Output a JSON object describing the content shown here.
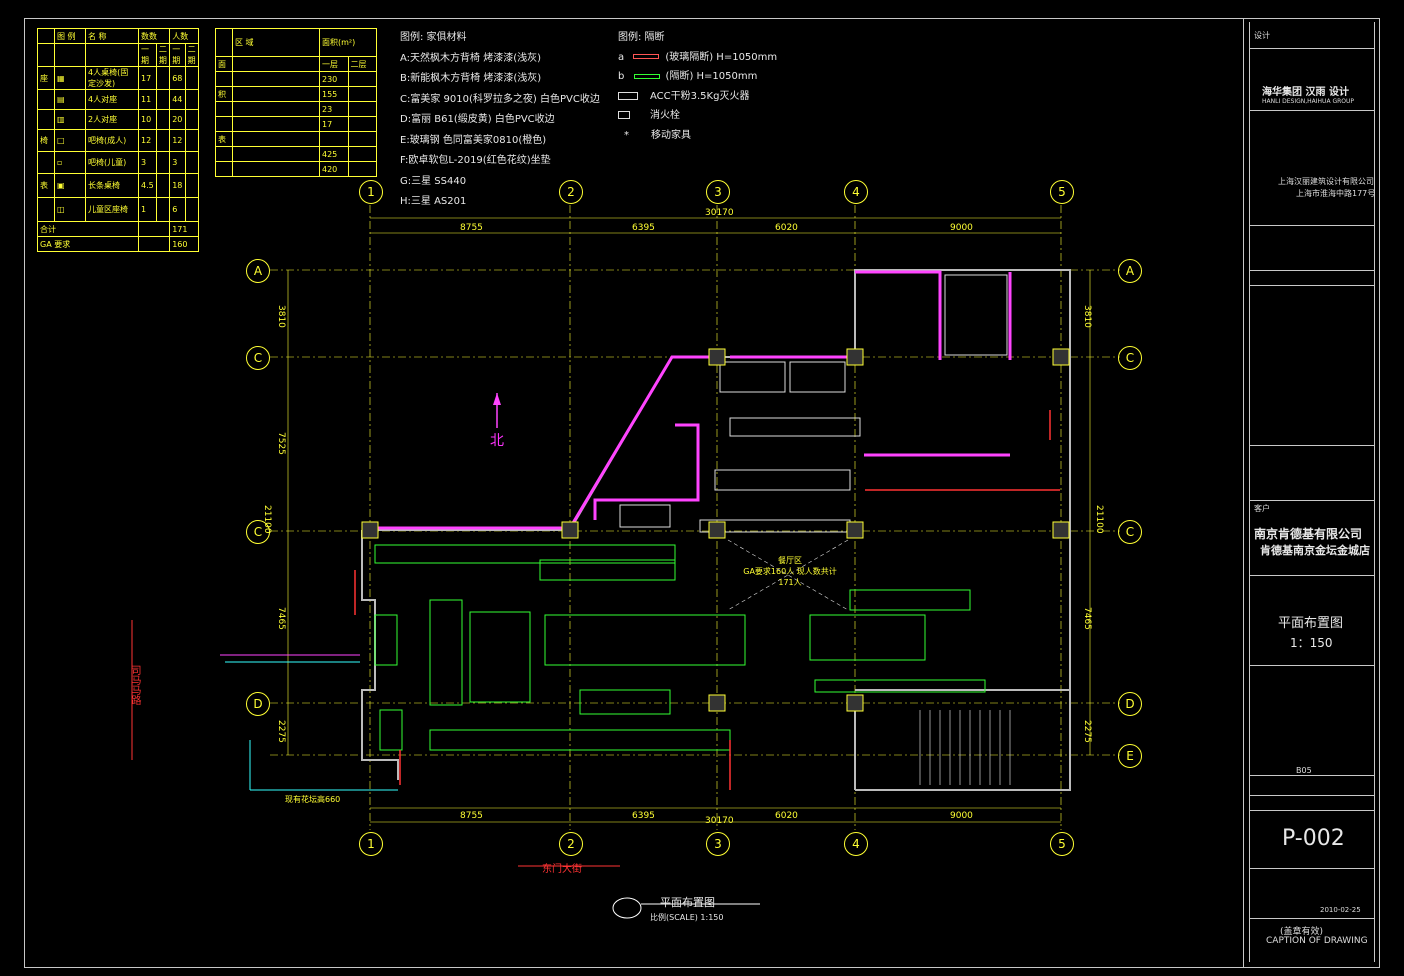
{
  "legend_table": {
    "headers": [
      "图 例",
      "名 称",
      "数数",
      "人数"
    ],
    "subheaders": [
      "一期",
      "二期",
      "一期",
      "二期"
    ],
    "rows": [
      {
        "name": "4人桌椅(固定沙发)",
        "a": "17",
        "b": "68"
      },
      {
        "name": "4人对座",
        "a": "11",
        "b": "44"
      },
      {
        "name": "2人对座",
        "a": "10",
        "b": "20"
      },
      {
        "name": "吧椅(成人)",
        "a": "12",
        "b": "12"
      },
      {
        "name": "吧椅(儿童)",
        "a": "3",
        "b": "3"
      },
      {
        "name": "长条桌椅",
        "a": "4.5",
        "b": "18"
      },
      {
        "name": "儿童区座椅",
        "a": "1",
        "b": "6"
      }
    ],
    "side_labels": [
      "座",
      "椅",
      "表"
    ],
    "total_label": "合计",
    "total_value": "171",
    "ga_label": "GA 要求",
    "ga_value": "160"
  },
  "area_table": {
    "headers": [
      "区 域",
      "面积(m²)"
    ],
    "subheaders": [
      "一层",
      "二层"
    ],
    "side_labels": [
      "面",
      "积",
      "表"
    ],
    "rows": [
      {
        "name": "",
        "v1": "230"
      },
      {
        "name": "",
        "v1": "155"
      },
      {
        "name": "",
        "v1": "23"
      },
      {
        "name": "",
        "v1": "17"
      },
      {
        "name": "",
        "v1": ""
      },
      {
        "name": "",
        "v1": "425"
      },
      {
        "name": "",
        "v1": "420"
      }
    ]
  },
  "materials": {
    "title": "图例: 家俱材料",
    "items": [
      "A:天然枫木方背椅  烤漆漆(浅灰)",
      "B:新能枫木方背椅  烤漆漆(浅灰)",
      "C:富美家 9010(科罗拉多之夜) 白色PVC收边",
      "D:富丽 B61(缎皮黄) 白色PVC收边",
      "E:玻璃钢 色同富美家0810(橙色)",
      "F:欧卓软包L-2019(红色花纹)坐垫",
      "G:三星 SS440",
      "H:三星 AS201"
    ]
  },
  "partitions": {
    "title": "图例: 隔断",
    "items": [
      {
        "key": "a",
        "text": "(玻璃隔断) H=1050mm"
      },
      {
        "key": "b",
        "text": "(隔断) H=1050mm"
      },
      {
        "key": "",
        "text": "ACC干粉3.5Kg灭火器"
      },
      {
        "key": "",
        "text": "消火栓"
      },
      {
        "key": "*",
        "text": "移动家具"
      }
    ]
  },
  "grid": {
    "columns": [
      "1",
      "2",
      "3",
      "4",
      "5"
    ],
    "rows": [
      "A",
      "C",
      "C",
      "D",
      "E"
    ],
    "dims_top": [
      "8755",
      "6395",
      "6020",
      "9000"
    ],
    "total": "30170",
    "dims_left": [
      "3810",
      "7525",
      "21100",
      "7465",
      "2275"
    ]
  },
  "plan_labels": {
    "north": "北",
    "street": "东门大街",
    "road": "司马马路",
    "title": "平面布置图",
    "scale": "比例(SCALE) 1:150",
    "center_note": "餐厅区\nGA要求160人  现人数共计171人",
    "flower_bed": "现有花坛高660"
  },
  "title_block": {
    "designer": "设计",
    "company": "海华集团 汉雨 设计",
    "company_en": "HANLI DESIGN,HAIHUA GROUP",
    "company2": "上海汉丽建筑设计有限公司",
    "company2_addr": "上海市淮海中路177号",
    "client_label": "客户",
    "client": "南京肯德基有限公司",
    "client2": "肯德基南京金坛金城店",
    "drawing_title": "平面布置图",
    "drawing_scale": "1：150",
    "drawing_no": "P-002",
    "sheet_code": "B05",
    "date": "2010-02-25",
    "seal": "(盖章有效)",
    "caption": "CAPTION OF DRAWING"
  }
}
